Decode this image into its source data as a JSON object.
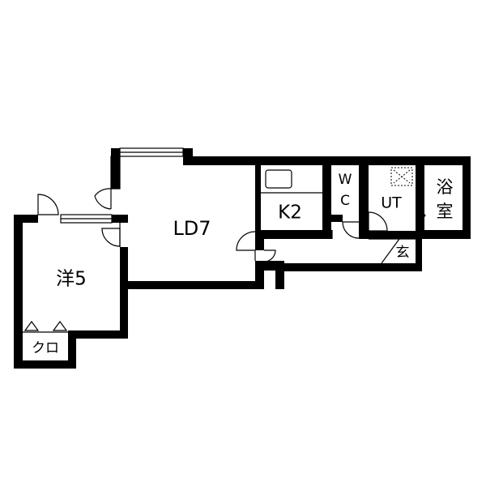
{
  "floorplan": {
    "rooms": {
      "western": "洋5",
      "closet": "クロ",
      "living_dining": "LD7",
      "kitchen": "K2",
      "toilet_w": "W",
      "toilet_c": "C",
      "utility": "UT",
      "bath_1": "浴",
      "bath_2": "室",
      "entrance": "玄"
    },
    "colors": {
      "wall": "#000000",
      "background": "#ffffff"
    }
  }
}
